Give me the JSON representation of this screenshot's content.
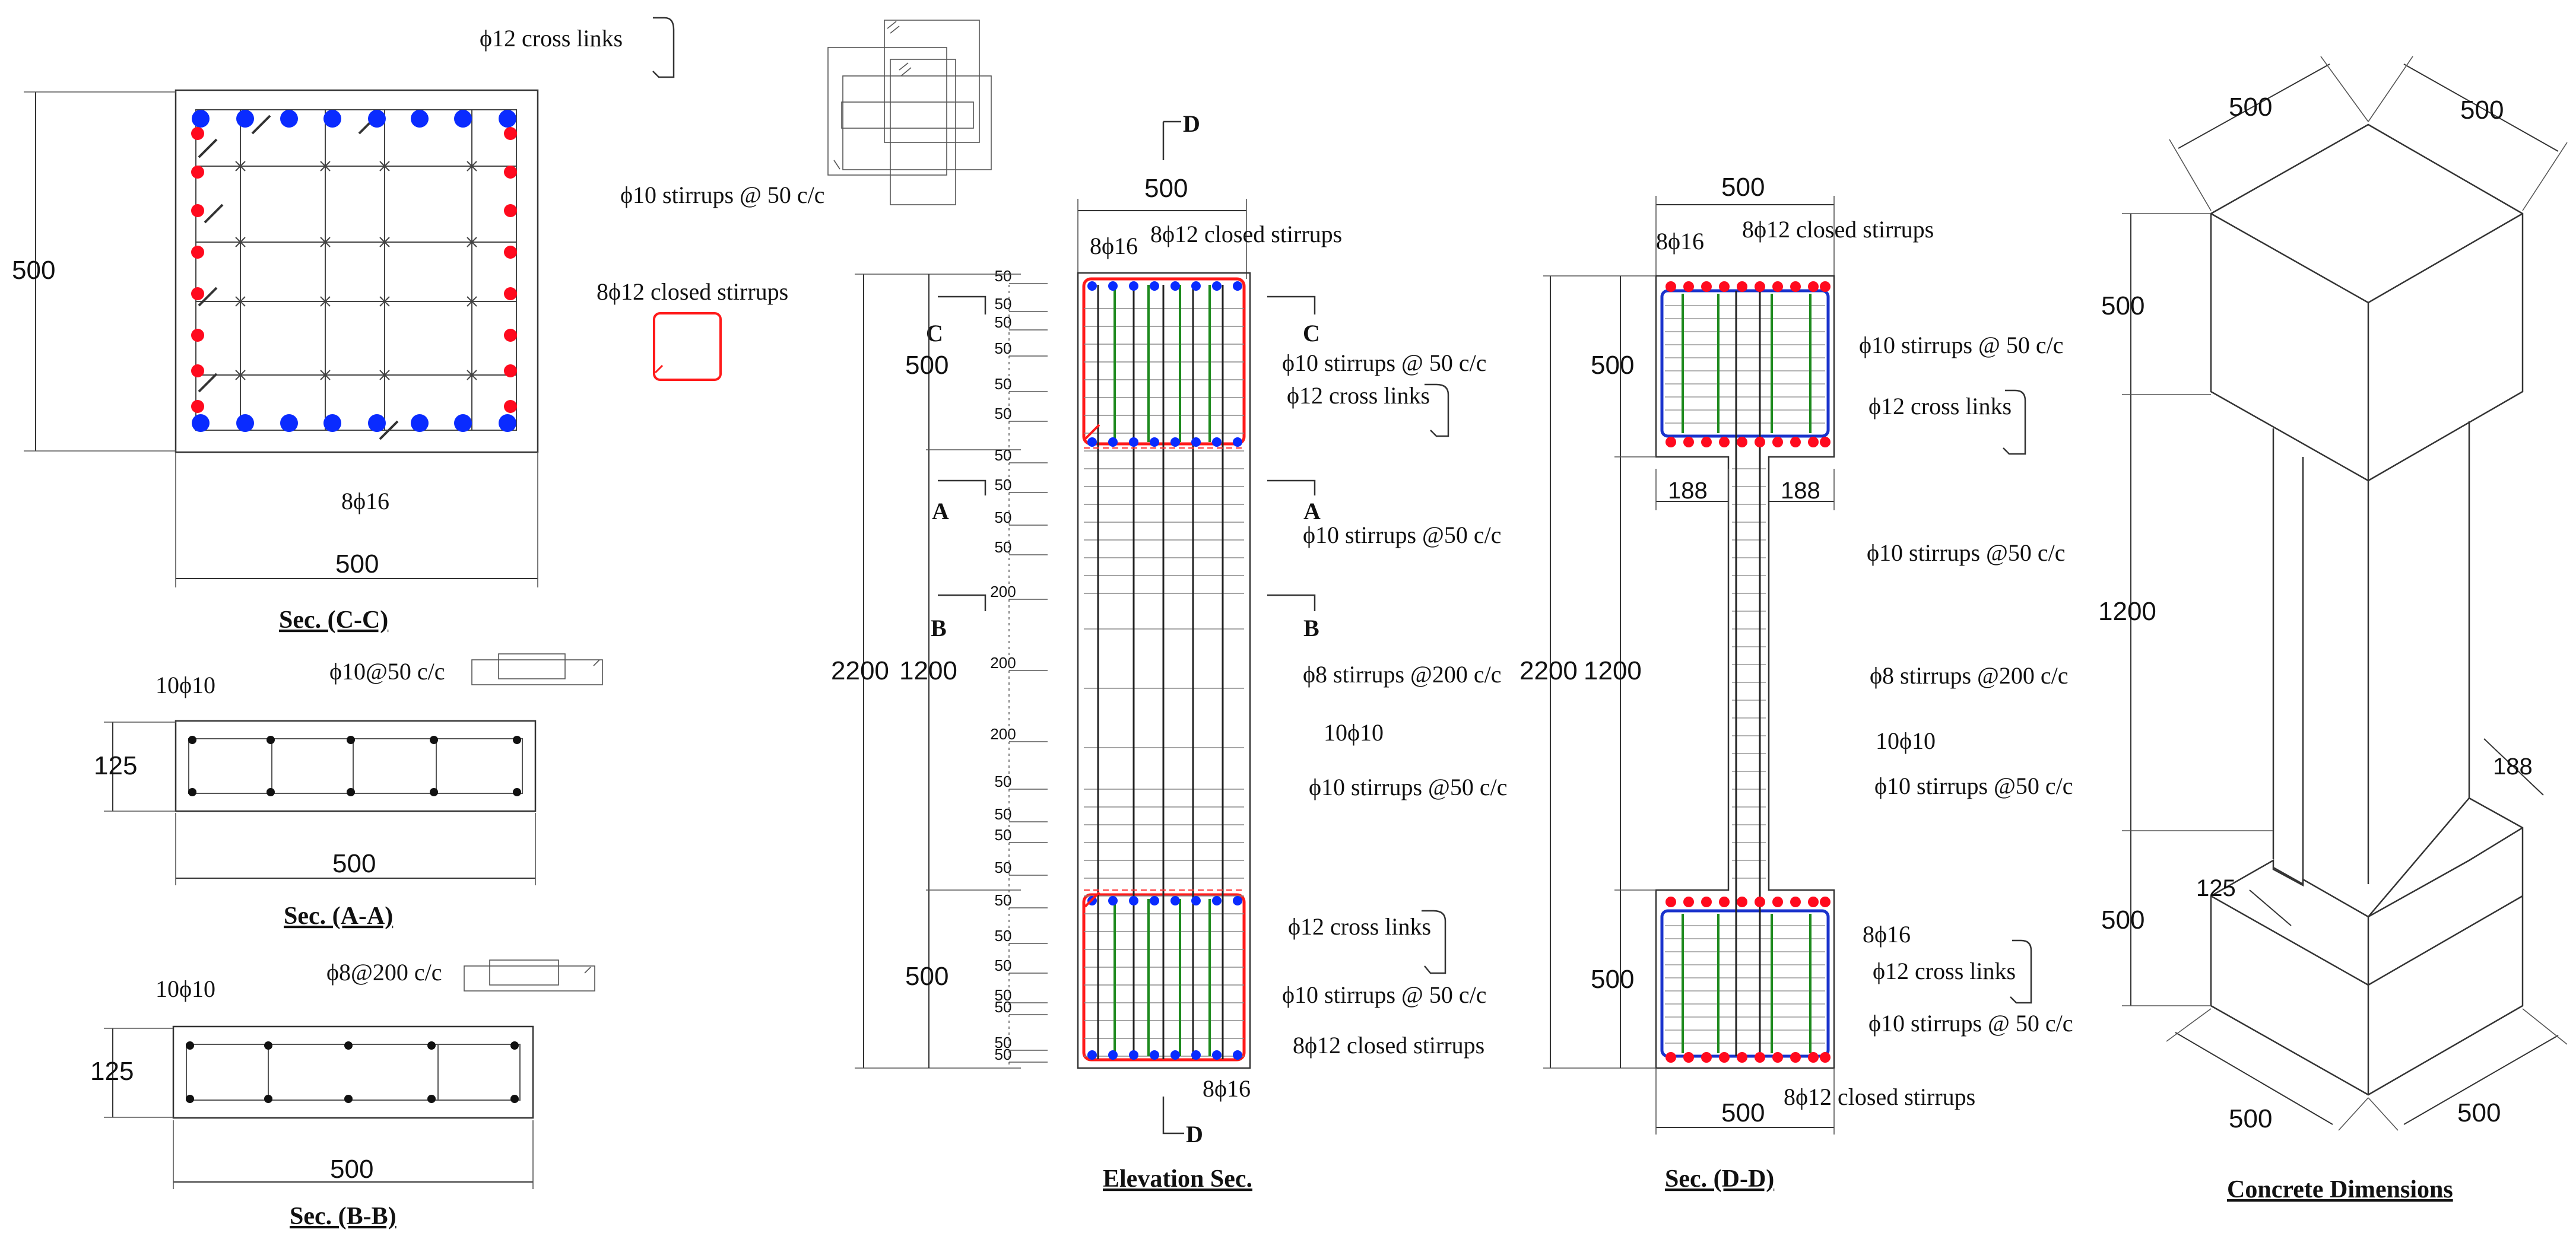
{
  "colors": {
    "main_bar": "#0a2bff",
    "corner_bar": "#ff0a1e",
    "stirrup_red": "#ff1a1a",
    "stirrup_blue": "#1a33cc",
    "link_green": "#1e8a1e",
    "small_bar": "#111111",
    "line": "#333333"
  },
  "sec_cc": {
    "title": "Sec. (C-C)",
    "dim_height": "500",
    "dim_width": "500",
    "bars_label": "8ϕ16",
    "cross_links_label": "ϕ12 cross links",
    "stirrups_label": "ϕ10 stirrups @ 50 c/c",
    "closed_stirrups_label": "8ϕ12 closed stirrups"
  },
  "sec_aa": {
    "title": "Sec. (A-A)",
    "bars_label": "10ϕ10",
    "stirrup_label": "ϕ10@50 c/c",
    "dim_height": "125",
    "dim_width": "500"
  },
  "sec_bb": {
    "title": "Sec. (B-B)",
    "bars_label": "10ϕ10",
    "stirrup_label": "ϕ8@200 c/c",
    "dim_height": "125",
    "dim_width": "500"
  },
  "elevation": {
    "title": "Elevation Sec.",
    "cut_d_top": "D",
    "cut_d_bottom": "D",
    "cut_c_left": "C",
    "cut_c_right": "C",
    "cut_a_left": "A",
    "cut_a_right": "A",
    "cut_b_left": "B",
    "cut_b_right": "B",
    "dim_width": "500",
    "dim_total": "2200",
    "dim_top": "500",
    "dim_mid": "1200",
    "dim_bottom": "500",
    "top_bars": "8ϕ16",
    "top_stirrups": "8ϕ12 closed stirrups",
    "bottom_bars": "8ϕ16",
    "notes": [
      "ϕ10 stirrups @  50 c/c",
      "ϕ12 cross links",
      "ϕ10 stirrups @50 c/c",
      "ϕ8 stirrups @200 c/c",
      "10ϕ10",
      "ϕ10 stirrups @50 c/c",
      "ϕ12 cross links",
      "ϕ10 stirrups @ 50 c/c",
      "8ϕ12 closed stirrups"
    ],
    "spacing_labels": [
      "50",
      "50",
      "50",
      "50",
      "50",
      "50",
      "50",
      "50",
      "50",
      "50",
      "200",
      "200",
      "200",
      "50",
      "50",
      "50",
      "50",
      "50",
      "50",
      "50",
      "50",
      "50",
      "50",
      "50"
    ]
  },
  "sec_dd": {
    "title": "Sec. (D-D)",
    "dim_width_top": "500",
    "dim_width_bottom": "500",
    "dim_total": "2200",
    "dim_top": "500",
    "dim_mid": "1200",
    "dim_bottom": "500",
    "dim_left_offset": "188",
    "dim_right_offset": "188",
    "top_bars": "8ϕ16",
    "top_stirrups": "8ϕ12 closed stirrups",
    "notes": [
      "ϕ10 stirrups @ 50 c/c",
      "ϕ12 cross links",
      "ϕ10 stirrups @50 c/c",
      "ϕ8 stirrups @200 c/c",
      "10ϕ10",
      "ϕ10 stirrups @50 c/c",
      "8ϕ16",
      "ϕ12 cross links",
      "ϕ10 stirrups @ 50 c/c",
      "8ϕ12 closed stirrups"
    ]
  },
  "concrete": {
    "title": "Concrete Dimensions",
    "dim_top_left": "500",
    "dim_top_right": "500",
    "dim_top_height": "500",
    "dim_mid_height": "1200",
    "dim_web": "188",
    "dim_web_depth": "125",
    "dim_bottom_height": "500",
    "dim_bottom_left": "500",
    "dim_bottom_right": "500"
  }
}
